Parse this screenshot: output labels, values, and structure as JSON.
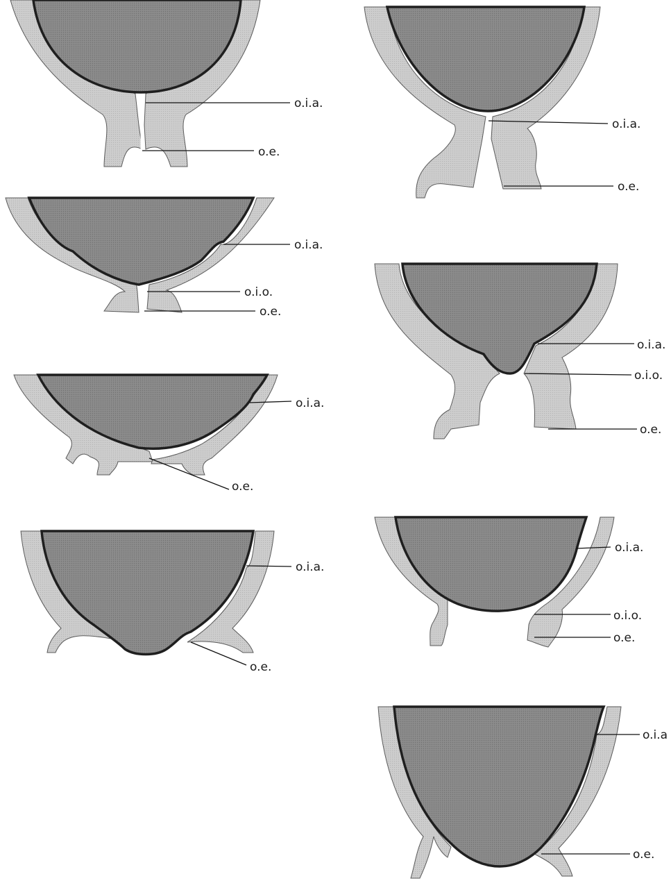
{
  "colors": {
    "head_fill": "#8a8a8a",
    "tissue_fill": "#cfcfcf",
    "outline": "#2b2b2b",
    "label_text": "#1a1a1a",
    "background": "#ffffff"
  },
  "panels": [
    {
      "id": "p1",
      "labels": [
        "o.i.a.",
        "o.e."
      ]
    },
    {
      "id": "p2",
      "labels": [
        "o.i.a.",
        "o.e."
      ]
    },
    {
      "id": "p3",
      "labels": [
        "o.i.a.",
        "o.i.o.",
        "o.e."
      ]
    },
    {
      "id": "p4",
      "labels": [
        "o.i.a.",
        "o.i.o.",
        "o.e."
      ]
    },
    {
      "id": "p5",
      "labels": [
        "o.i.a.",
        "o.e."
      ]
    },
    {
      "id": "p6",
      "labels": [
        "o.i.a.",
        "o.i.o.",
        "o.e."
      ]
    },
    {
      "id": "p7",
      "labels": [
        "o.i.a.",
        "o.e."
      ]
    },
    {
      "id": "p8",
      "labels": [
        "o.i.a",
        "o.e."
      ]
    }
  ]
}
